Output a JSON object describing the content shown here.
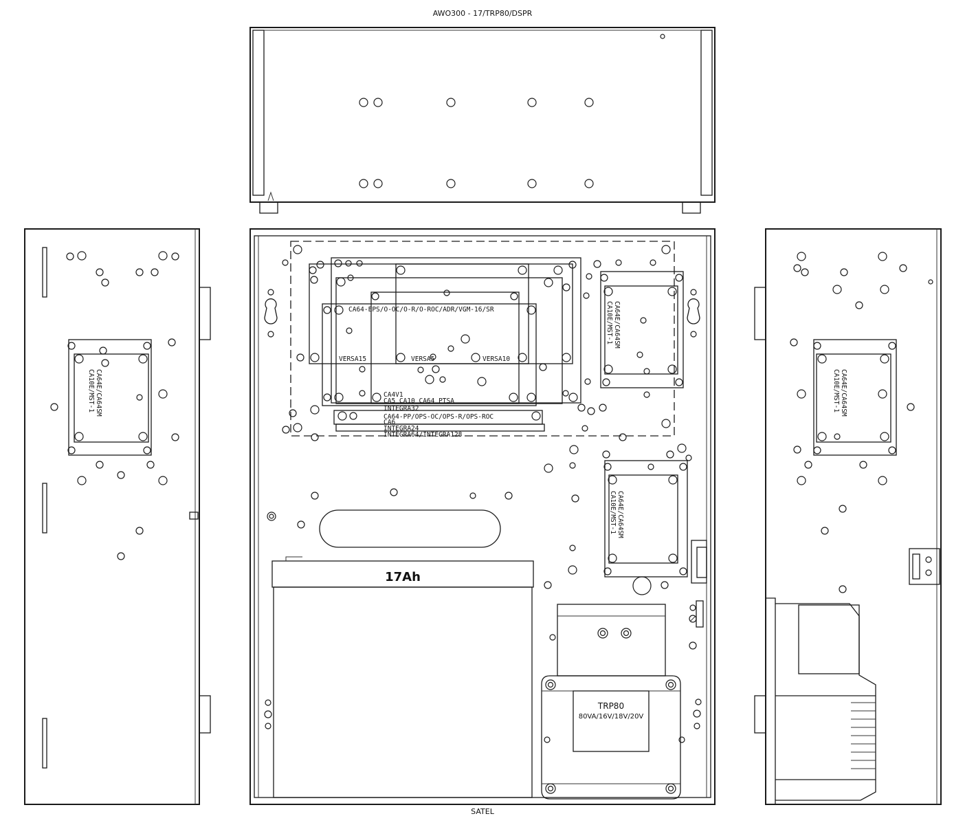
{
  "title": "AWO300 - 17/TRP80/DSPR",
  "footer": "SATEL",
  "battery": {
    "capacity": "17Ah"
  },
  "transformer": {
    "name": "TRP80",
    "rating": "80VA/16V/18V/20V"
  },
  "modules": {
    "eps_line": "CA64-EPS/O-OC/O-R/O-ROC/ADR/VGM-16/SR",
    "versa15": "VERSA15",
    "versa5": "VERSA5",
    "versa10": "VERSA10",
    "ca4v1": "CA4V1",
    "ca5_line": "CA5   CA10   CA64 PTSA",
    "integra32": "INTEGRA32",
    "pp_line": "CA64-PP/OPS-OC/OPS-R/OPS-ROC",
    "ca6": "CA6",
    "integra24": "INTEGRA24",
    "integra64": "INTEGRA64/INTEGRA128",
    "expander_line1": "CA64E/CA64SM",
    "expander_line2": "CA10E/MST-1"
  }
}
